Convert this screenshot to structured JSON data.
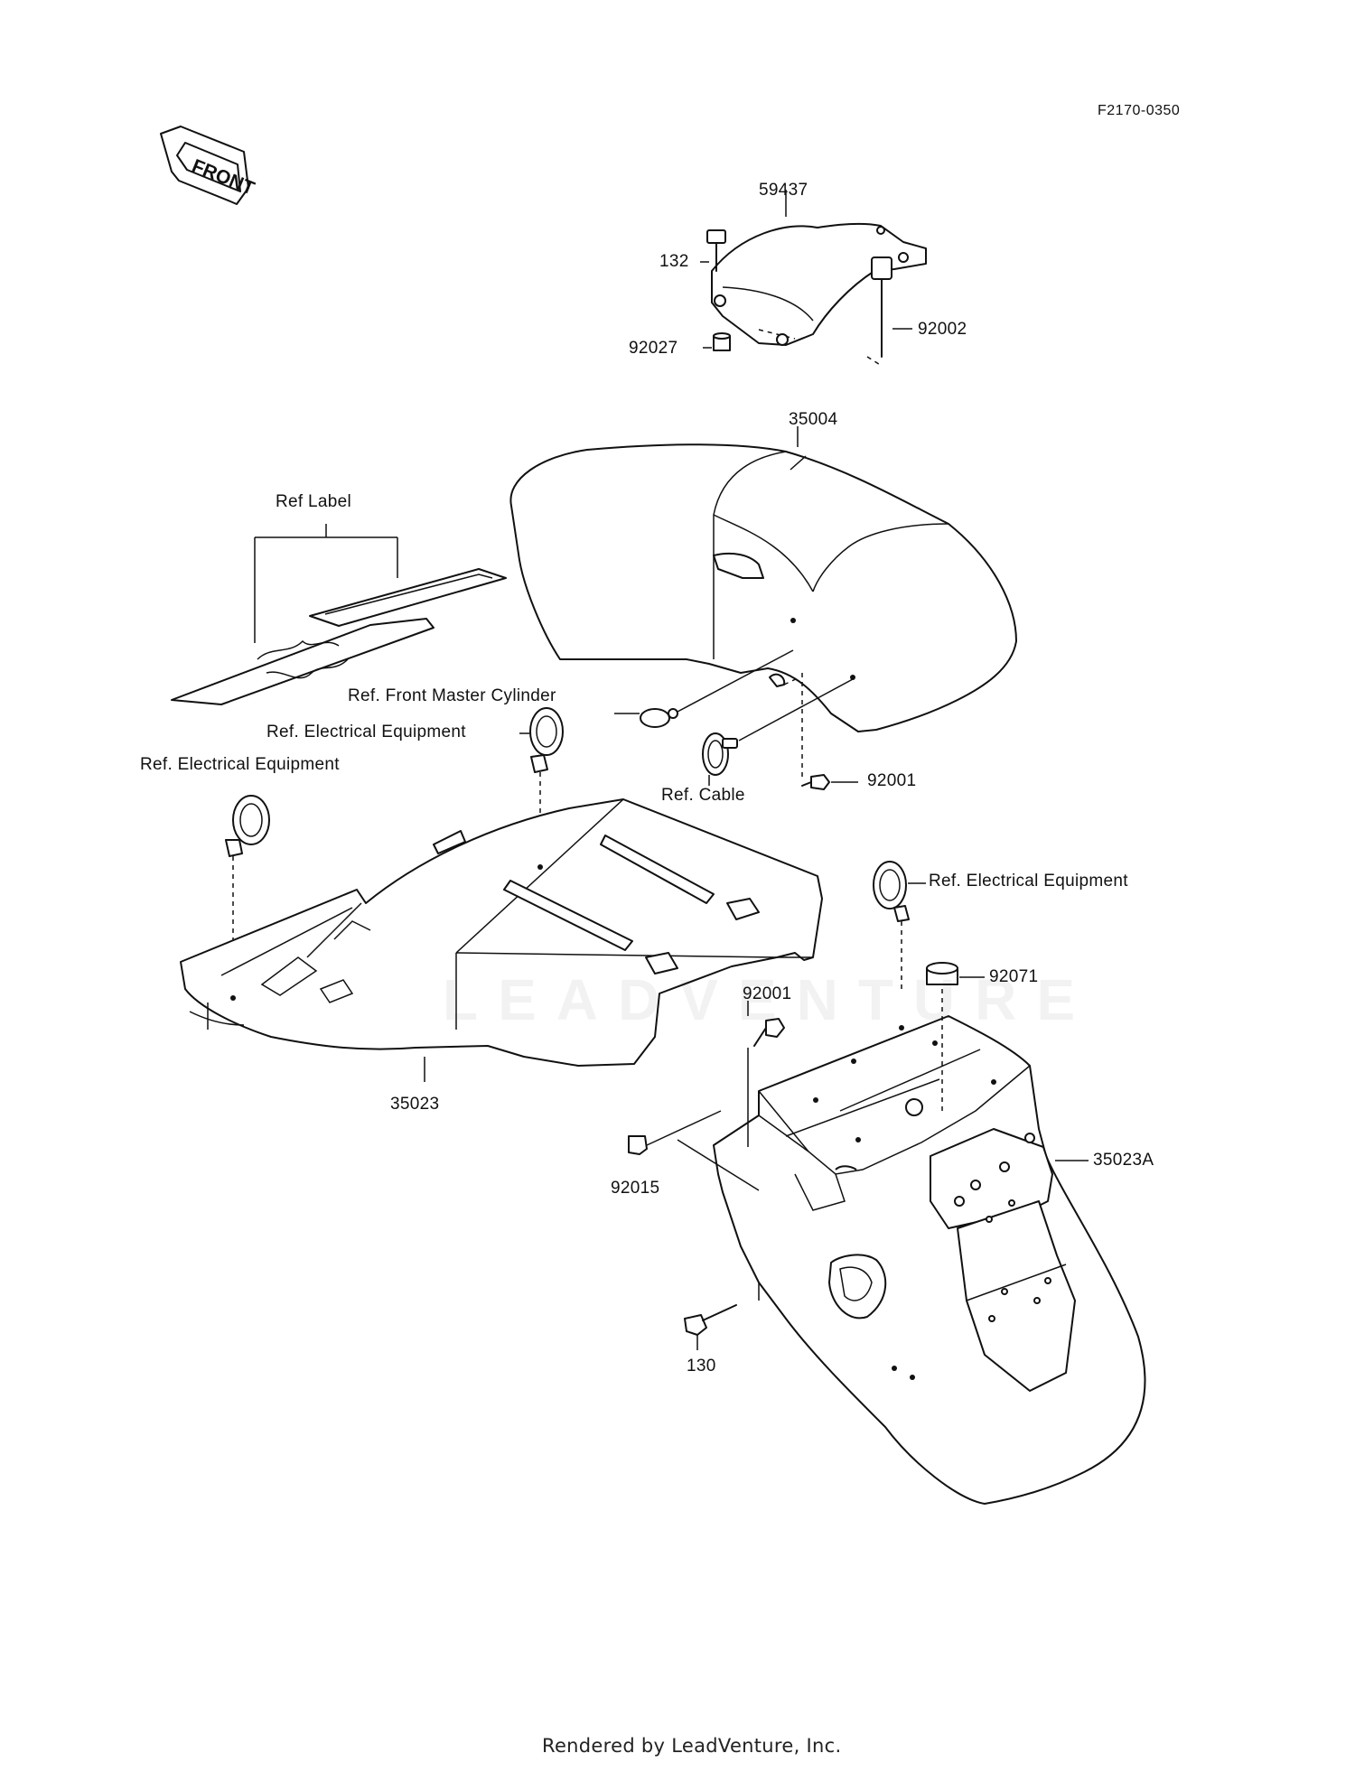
{
  "diagram_code": "F2170-0350",
  "front_arrow_label": "FRONT",
  "watermark": "LEADVENTURE",
  "footer": "Rendered by LeadVenture, Inc.",
  "part_labels": {
    "p59437": "59437",
    "p132": "132",
    "p92027": "92027",
    "p92002": "92002",
    "p35004": "35004",
    "ref_label": "Ref Label",
    "ref_front_master": "Ref. Front Master Cylinder",
    "ref_elec_1": "Ref. Electrical Equipment",
    "ref_elec_2": "Ref. Electrical Equipment",
    "ref_elec_3": "Ref. Electrical Equipment",
    "ref_cable": "Ref. Cable",
    "p92001_a": "92001",
    "p92001_b": "92001",
    "p92071": "92071",
    "p35023": "35023",
    "p35023A": "35023A",
    "p92015": "92015",
    "p130": "130"
  }
}
